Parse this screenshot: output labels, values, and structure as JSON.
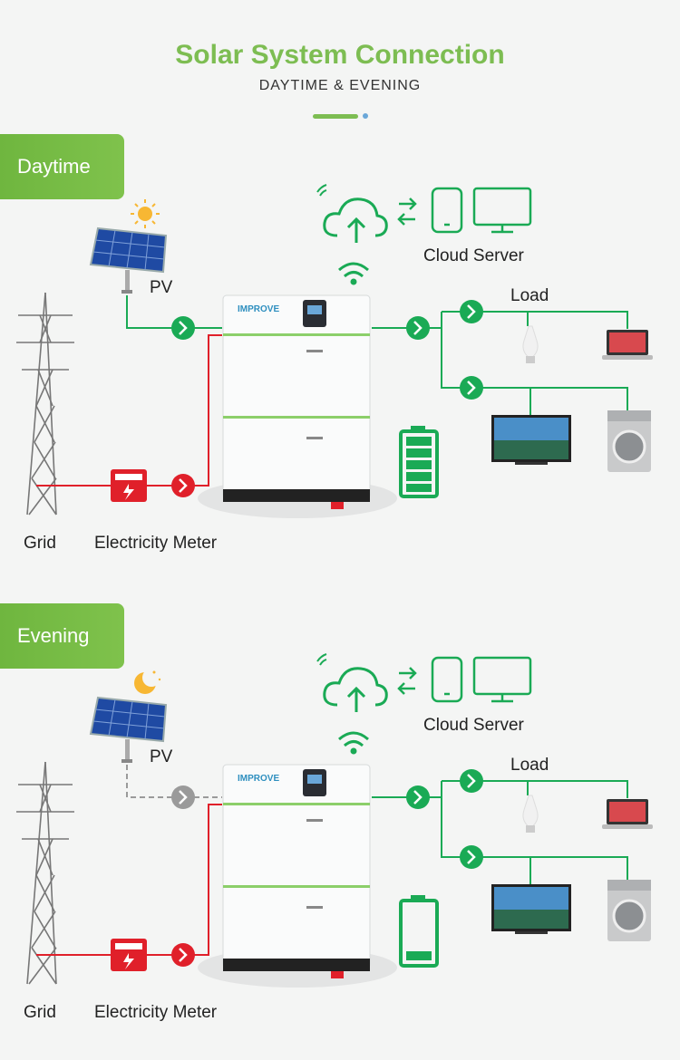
{
  "header": {
    "title": "Solar System Connection",
    "subtitle": "DAYTIME & EVENING"
  },
  "sections": [
    {
      "tag": "Daytime",
      "sky_icon": "sun-icon",
      "pv_label": "PV",
      "cloud_label": "Cloud Server",
      "load_label": "Load",
      "grid_label": "Grid",
      "meter_label": "Electricity Meter",
      "brand": "IMPROVE",
      "pv_active": true,
      "battery_level": 0.9
    },
    {
      "tag": "Evening",
      "sky_icon": "moon-icon",
      "pv_label": "PV",
      "cloud_label": "Cloud Server",
      "load_label": "Load",
      "grid_label": "Grid",
      "meter_label": "Electricity Meter",
      "brand": "IMPROVE",
      "pv_active": false,
      "battery_level": 0.15
    }
  ],
  "colors": {
    "green": "#1aaa55",
    "red": "#e0202a",
    "gray": "#9a9a9a",
    "accent": "#7dbd52"
  }
}
